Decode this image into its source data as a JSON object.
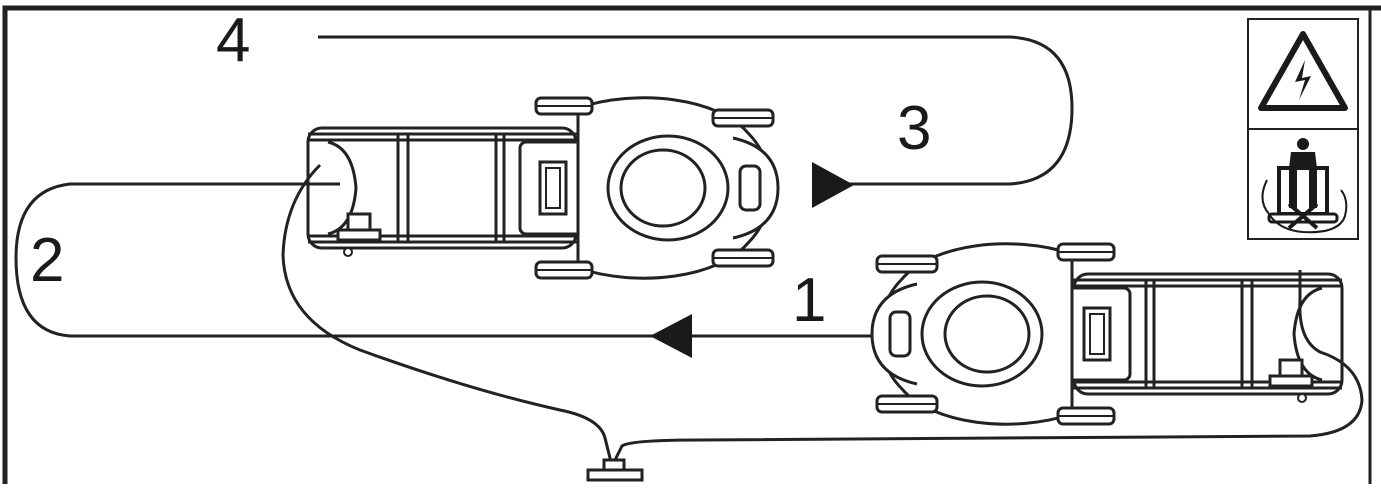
{
  "diagram": {
    "step_labels": {
      "one": "1",
      "two": "2",
      "three": "3",
      "four": "4"
    },
    "icons": {
      "top_safety": "electric-shock-warning-icon",
      "bottom_safety": "do-not-stand-on-cable-icon",
      "mower": "robotic-mower-icon",
      "charging_station": "charging-station-icon",
      "arrow": "direction-arrow-icon"
    },
    "colors": {
      "line": "#222222",
      "frame": "#222222",
      "background": "#ffffff",
      "figure": "#1a1a1a"
    }
  }
}
